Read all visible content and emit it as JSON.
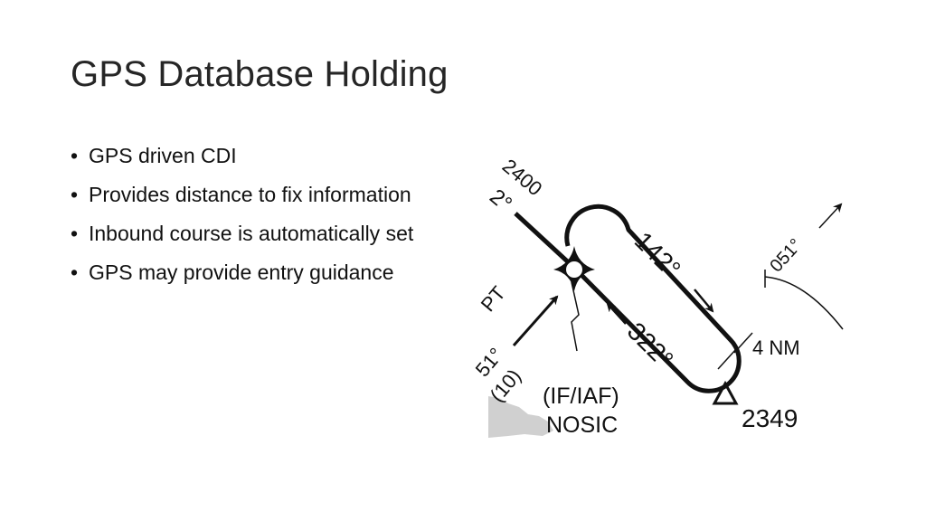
{
  "slide": {
    "title": "GPS Database Holding",
    "bullet_marker": "•",
    "bullets": [
      "GPS driven CDI",
      "Provides distance to fix information",
      "Inbound course is automatically set",
      "GPS may provide entry guidance"
    ]
  },
  "chart": {
    "altitude_top": "2400",
    "course_top_left": "2°",
    "outbound_course": "142°",
    "inbound_course": "322°",
    "right_course": "051°",
    "leg_length": "4 NM",
    "left_fragment_1": "PT",
    "left_fragment_2": "51°",
    "left_distance": "(10)",
    "fix_type": "(IF/IAF)",
    "fix_name": "NOSIC",
    "elevation": "2349"
  }
}
